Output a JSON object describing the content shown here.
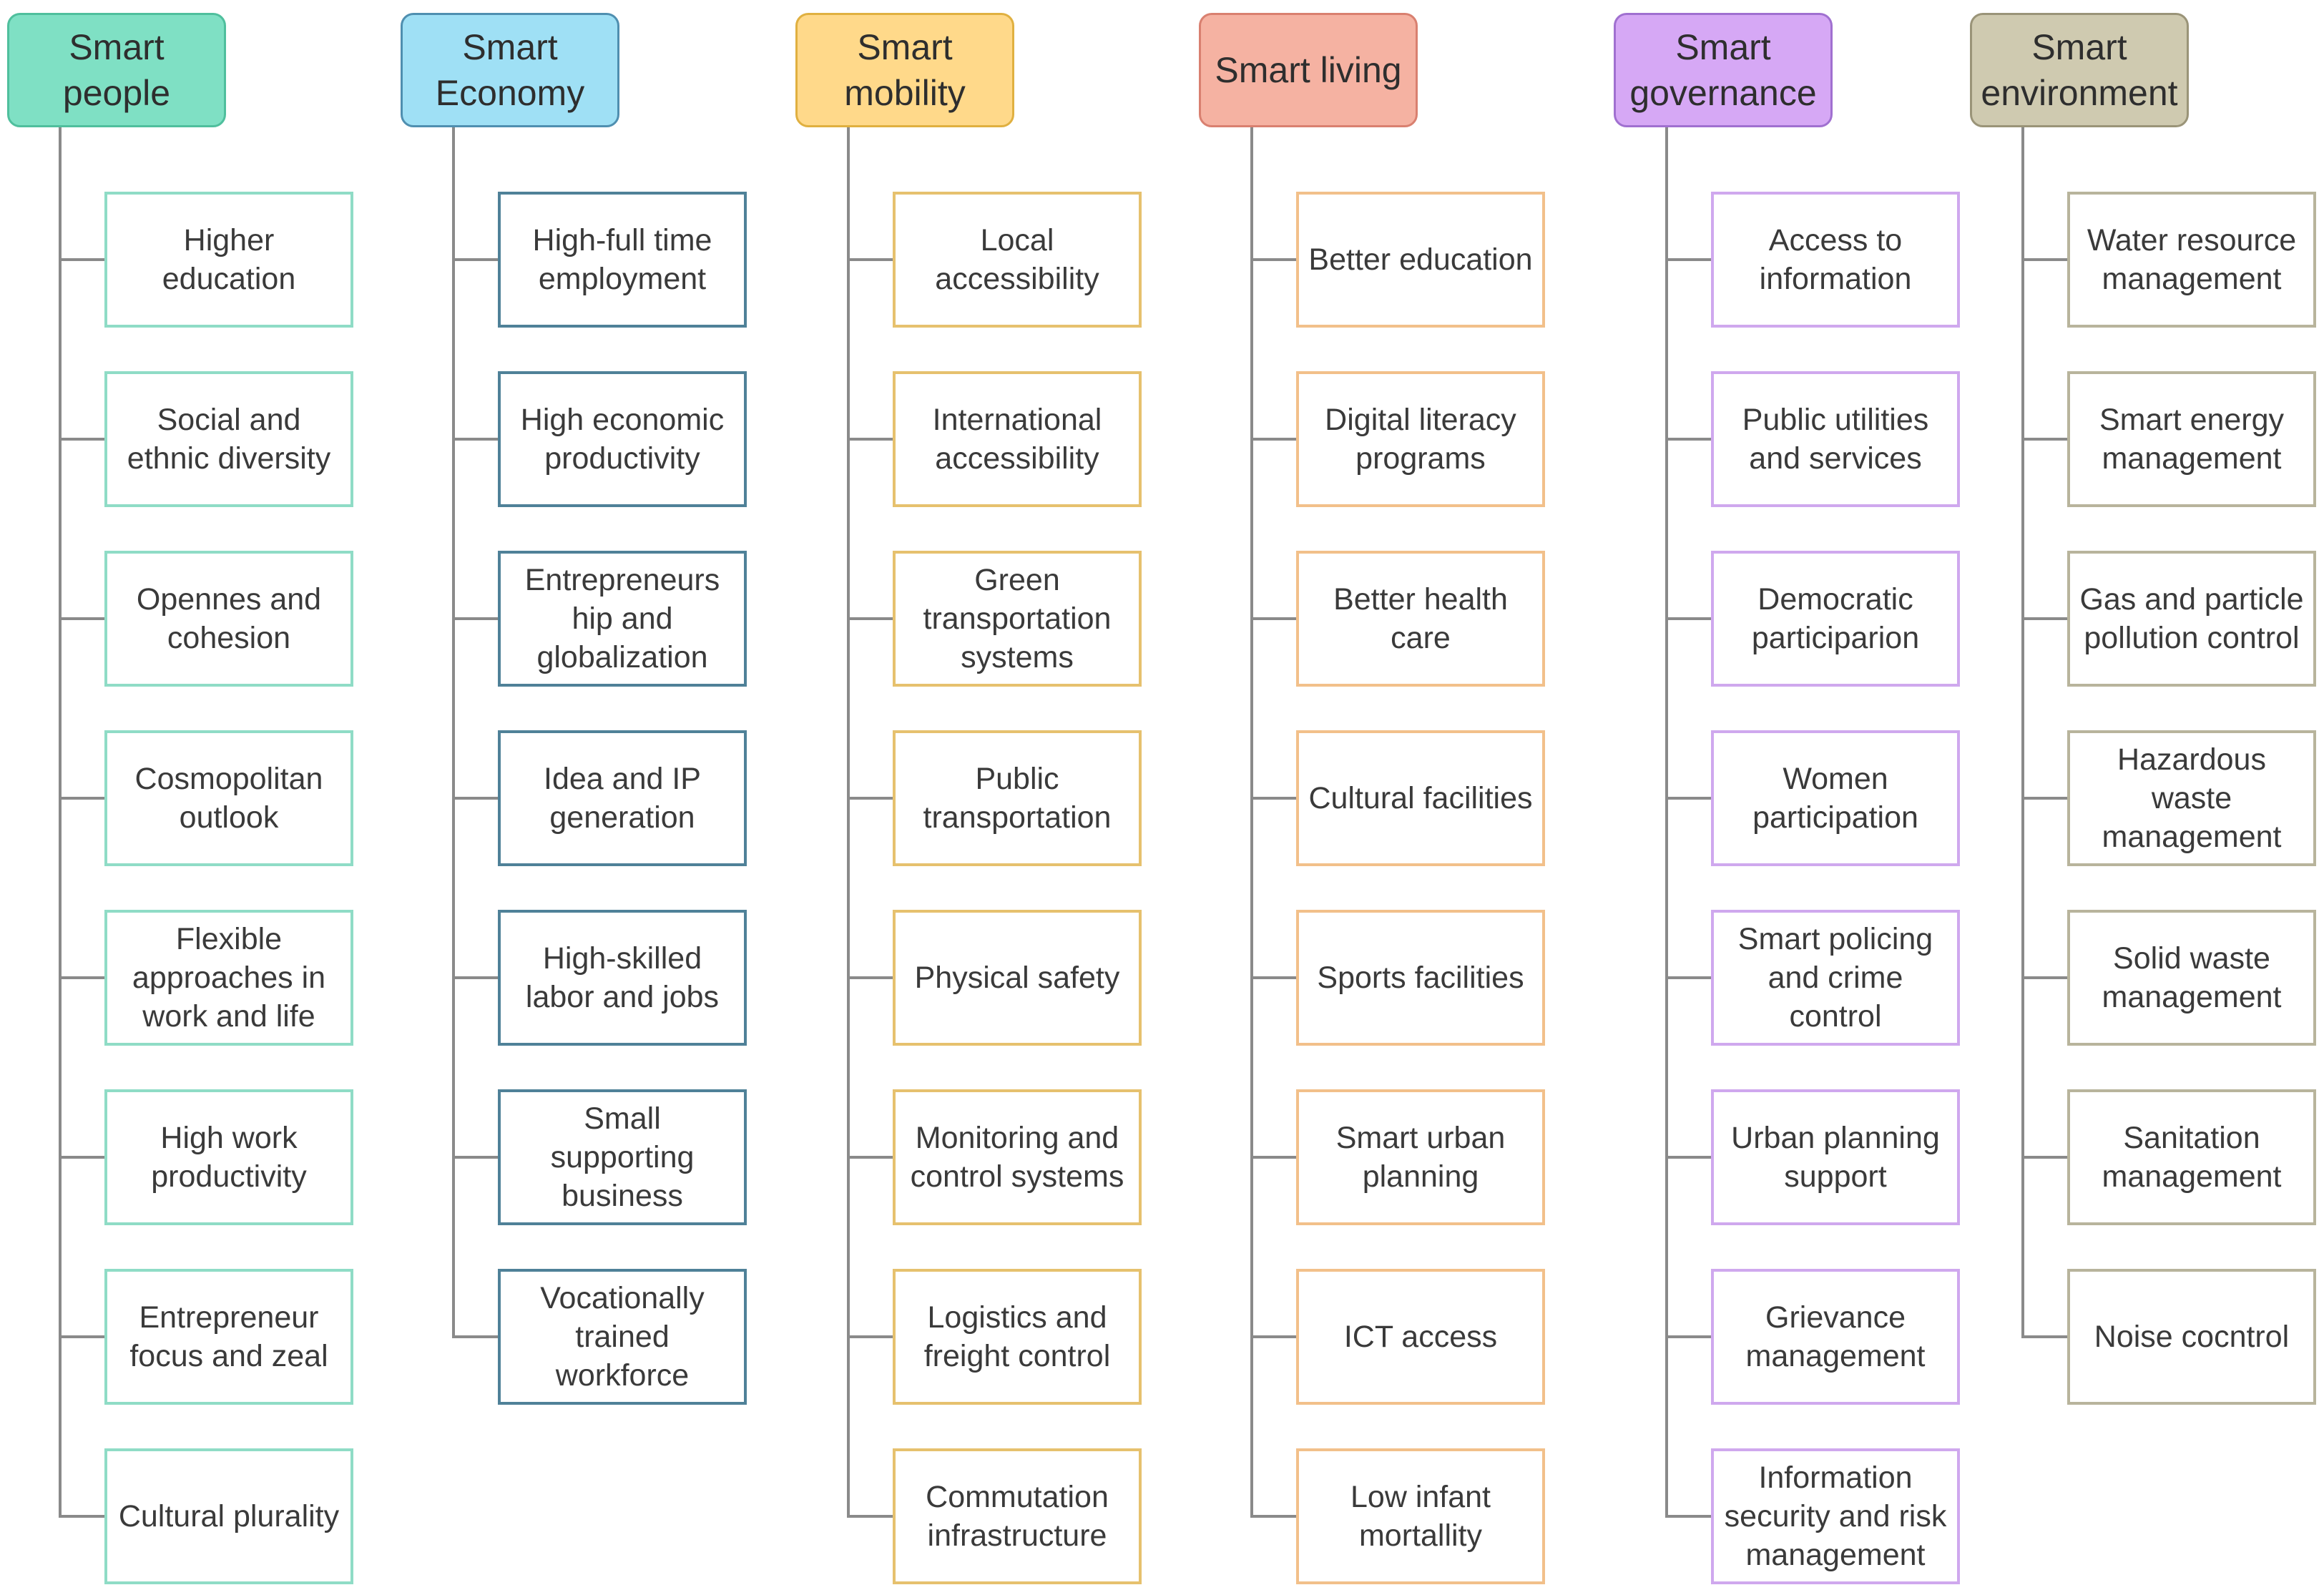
{
  "columns": [
    {
      "title": "Smart\npeople",
      "header_color": "#7fe0c4",
      "border_color": "#4fbf9d",
      "item_border": "#8fdcc6",
      "items": [
        "Higher\neducation",
        "Social and\nethnic diversity",
        "Opennes and\ncohesion",
        "Cosmopolitan\noutlook",
        "Flexible\napproaches in\nwork and life",
        "High work\nproductivity",
        "Entrepreneur\nfocus and zeal",
        "Cultural plurality"
      ]
    },
    {
      "title": "Smart\nEconomy",
      "header_color": "#9fe0f5",
      "border_color": "#4f8fb0",
      "item_border": "#4f8198",
      "items": [
        "High-full time\nemployment",
        "High economic\nproductivity",
        "Entrepreneurs\nhip and\nglobalization",
        "Idea and IP\ngeneration",
        "High-skilled\nlabor and jobs",
        "Small\nsupporting\nbusiness",
        "Vocationally\ntrained\nworkforce"
      ]
    },
    {
      "title": "Smart\nmobility",
      "header_color": "#ffd98a",
      "border_color": "#e0b040",
      "item_border": "#e6c16e",
      "items": [
        "Local\naccessibility",
        "International\naccessibility",
        "Green\ntransportation\nsystems",
        "Public\ntransportation",
        "Physical safety",
        "Monitoring and\ncontrol systems",
        "Logistics and\nfreight control",
        "Commutation\ninfrastructure"
      ]
    },
    {
      "title": "Smart living",
      "header_color": "#f5b2a2",
      "border_color": "#d98070",
      "item_border": "#f2c08a",
      "items": [
        "Better education",
        "Digital literacy\nprograms",
        "Better health\ncare",
        "Cultural facilities",
        "Sports facilities",
        "Smart urban\nplanning",
        "ICT access",
        "Low infant\nmortallity"
      ]
    },
    {
      "title": "Smart\ngovernance",
      "header_color": "#d6a8f5",
      "border_color": "#a070d0",
      "item_border": "#cfa8ee",
      "items": [
        "Access to\ninformation",
        "Public  utilities\nand services",
        "Democratic\nparticiparion",
        "Women\nparticipation",
        "Smart policing\nand crime\ncontrol",
        "Urban planning\nsupport",
        "Grievance\nmanagement",
        "Information\nsecurity and risk\nmanagement"
      ]
    },
    {
      "title": "Smart\nenvironment",
      "header_color": "#cfcab0",
      "border_color": "#9a9478",
      "item_border": "#b8b49c",
      "items": [
        "Water resource\nmanagement",
        "Smart energy\nmanagement",
        "Gas and particle\npollution control",
        "Hazardous\nwaste\nmanagement",
        "Solid waste\nmanagement",
        "Sanitation\nmanagement",
        "Noise cocntrol"
      ]
    }
  ]
}
